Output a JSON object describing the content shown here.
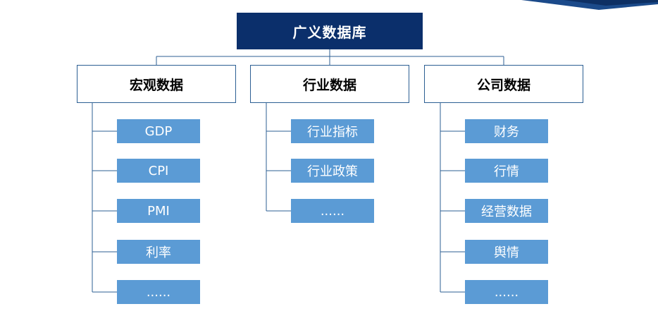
{
  "colors": {
    "root_fill": "#0b2f6b",
    "category_border": "#2c5f93",
    "leaf_fill": "#5b9bd5",
    "connector": "#2c5f93"
  },
  "diagram": {
    "root": {
      "label": "广义数据库"
    },
    "categories": [
      {
        "label": "宏观数据",
        "items": [
          "GDP",
          "CPI",
          "PMI",
          "利率",
          "......"
        ]
      },
      {
        "label": "行业数据",
        "items": [
          "行业指标",
          "行业政策",
          "......"
        ]
      },
      {
        "label": "公司数据",
        "items": [
          "财务",
          "行情",
          "经营数据",
          "舆情",
          "......"
        ]
      }
    ]
  }
}
